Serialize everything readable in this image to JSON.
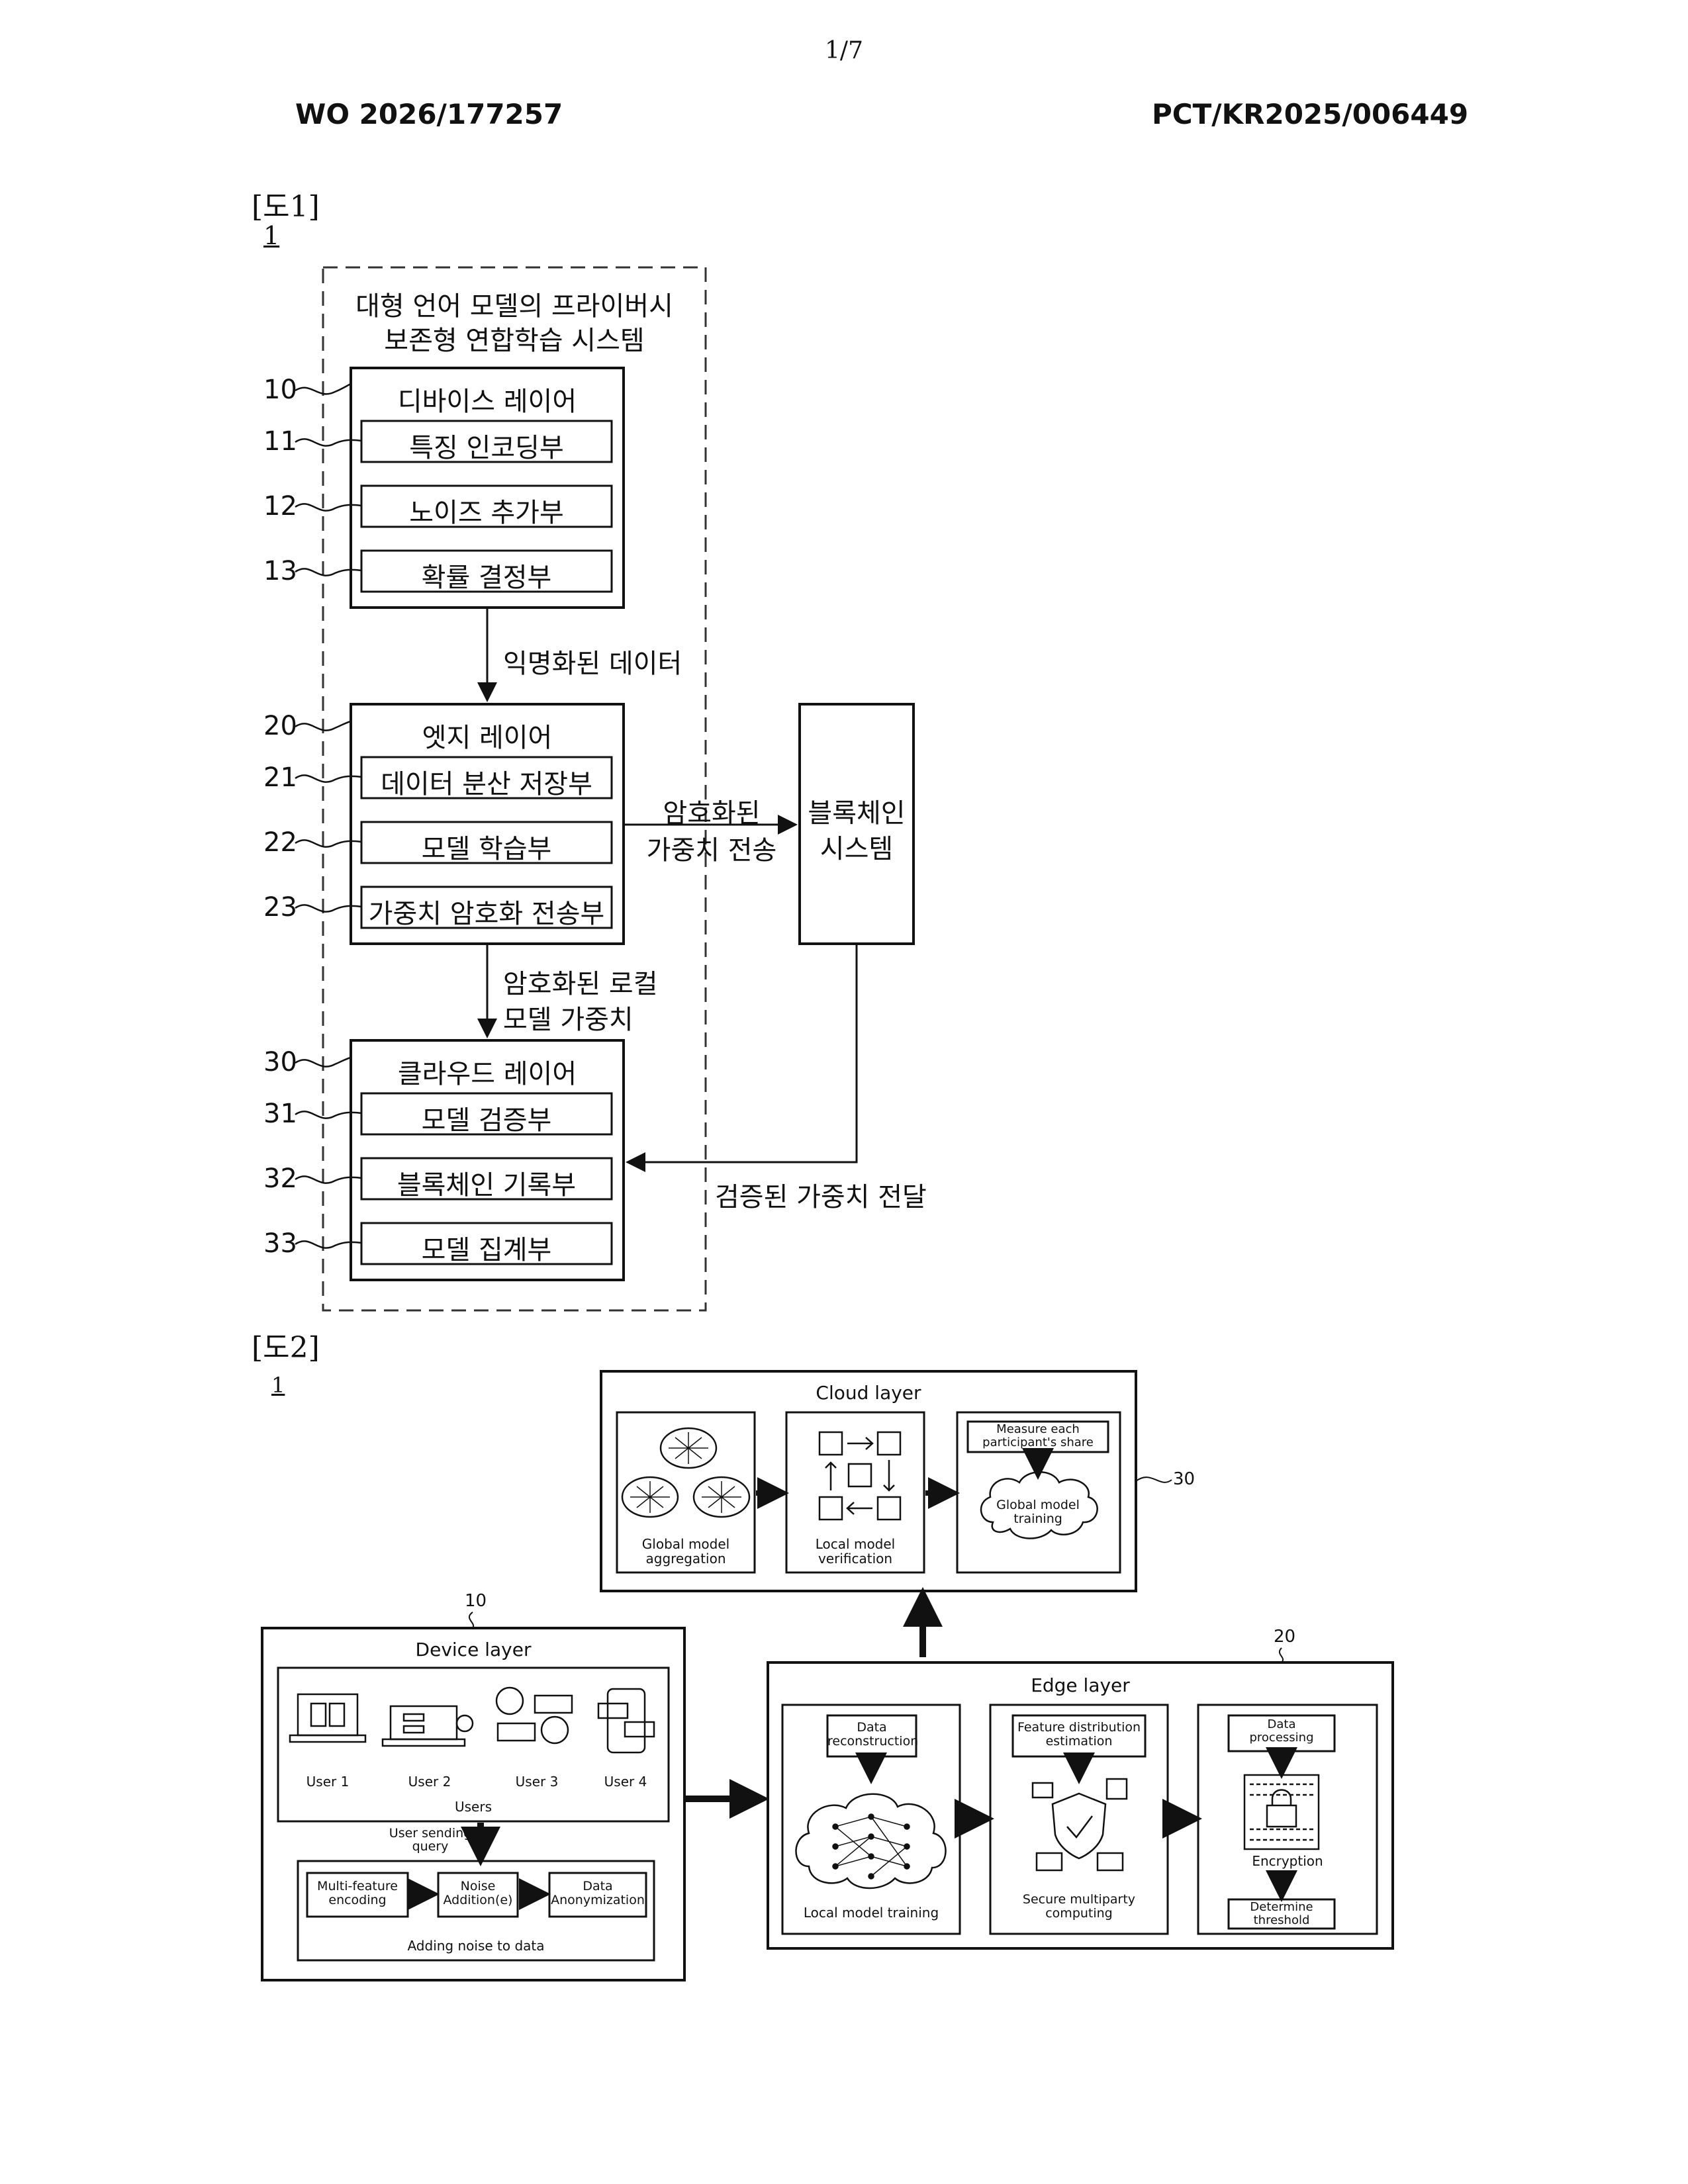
{
  "page": {
    "number": "1/7",
    "pub_number": "WO 2026/177257",
    "app_number": "PCT/KR2025/006449"
  },
  "fig1": {
    "label": "[도1]",
    "ref": "1",
    "system_title_line1": "대형 언어 모델의 프라이버시",
    "system_title_line2": "보존형 연합학습 시스템",
    "device_layer": {
      "ref": "10",
      "title": "디바이스 레이어",
      "units": [
        {
          "ref": "11",
          "label": "특징 인코딩부"
        },
        {
          "ref": "12",
          "label": "노이즈 추가부"
        },
        {
          "ref": "13",
          "label": "확률 결정부"
        }
      ]
    },
    "arrow1_label": "익명화된 데이터",
    "edge_layer": {
      "ref": "20",
      "title": "엣지 레이어",
      "units": [
        {
          "ref": "21",
          "label": "데이터 분산 저장부"
        },
        {
          "ref": "22",
          "label": "모델 학습부"
        },
        {
          "ref": "23",
          "label": "가중치 암호화 전송부"
        }
      ]
    },
    "arrow2_label_line1": "암호화된 로컬",
    "arrow2_label_line2": "모델 가중치",
    "arrow_bc_label_line1": "암호화된",
    "arrow_bc_label_line2": "가중치 전송",
    "blockchain_line1": "블록체인",
    "blockchain_line2": "시스템",
    "cloud_layer": {
      "ref": "30",
      "title": "클라우드 레이어",
      "units": [
        {
          "ref": "31",
          "label": "모델 검증부"
        },
        {
          "ref": "32",
          "label": "블록체인 기록부"
        },
        {
          "ref": "33",
          "label": "모델 집계부"
        }
      ]
    },
    "verified_label": "검증된 가중치 전달"
  },
  "fig2": {
    "label": "[도2]",
    "ref": "1",
    "cloud": {
      "ref": "30",
      "title": "Cloud layer",
      "panel1_line1": "Global model",
      "panel1_line2": "aggregation",
      "panel2_line1": "Local model",
      "panel2_line2": "verification",
      "measure_line1": "Measure each",
      "measure_line2": "participant's share",
      "global_train_line1": "Global model",
      "global_train_line2": "training"
    },
    "device": {
      "ref": "10",
      "title": "Device layer",
      "users": [
        "User 1",
        "User 2",
        "User 3",
        "User 4"
      ],
      "users_caption": "Users",
      "query_line1": "User sending",
      "query_line2": "query",
      "enc_line1": "Multi-feature",
      "enc_line2": "encoding",
      "noise_line1": "Noise",
      "noise_line2": "Addition(e)",
      "anon_line1": "Data",
      "anon_line2": "Anonymization",
      "noise_caption": "Adding noise to data"
    },
    "edge": {
      "ref": "20",
      "title": "Edge layer",
      "recon_line1": "Data",
      "recon_line2": "reconstruction",
      "local_train": "Local model training",
      "feat_line1": "Feature distribution",
      "feat_line2": "estimation",
      "smpc_line1": "Secure multiparty",
      "smpc_line2": "computing",
      "proc_line1": "Data",
      "proc_line2": "processing",
      "encryption": "Encryption",
      "thresh_line1": "Determine",
      "thresh_line2": "threshold"
    }
  }
}
